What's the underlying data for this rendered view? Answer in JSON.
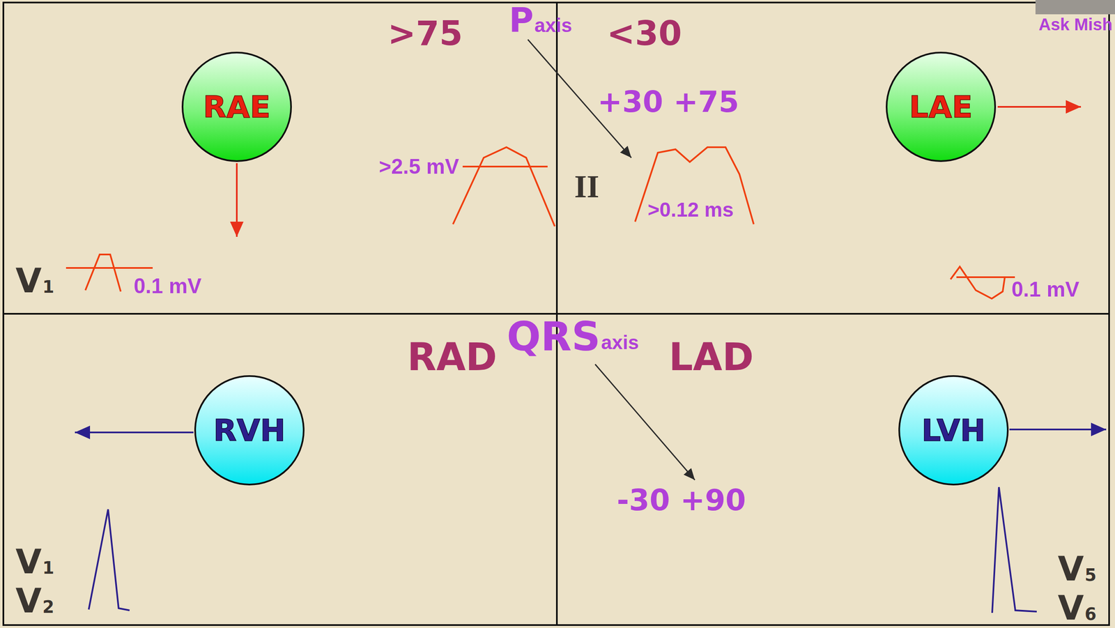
{
  "diagram": {
    "nodes": [
      {
        "text": [
          "RAE"
        ]
      },
      {
        "text": [
          "LAE"
        ]
      },
      {
        "text": [
          "RVH"
        ]
      },
      {
        "text": [
          "LVH"
        ]
      }
    ],
    "labels": [
      "P",
      "axis",
      ">75",
      "<30",
      "Ask Mish",
      "+30 +75",
      ">2.5 mV",
      "II",
      ">0.12 ms",
      "V",
      "1",
      "0.1 mV",
      "0.1 mV",
      "QRS",
      "axis",
      "RAD",
      "LAD",
      "-30 +90",
      "V",
      "1",
      "V",
      "2",
      "V",
      "5",
      "V",
      "6"
    ]
  }
}
